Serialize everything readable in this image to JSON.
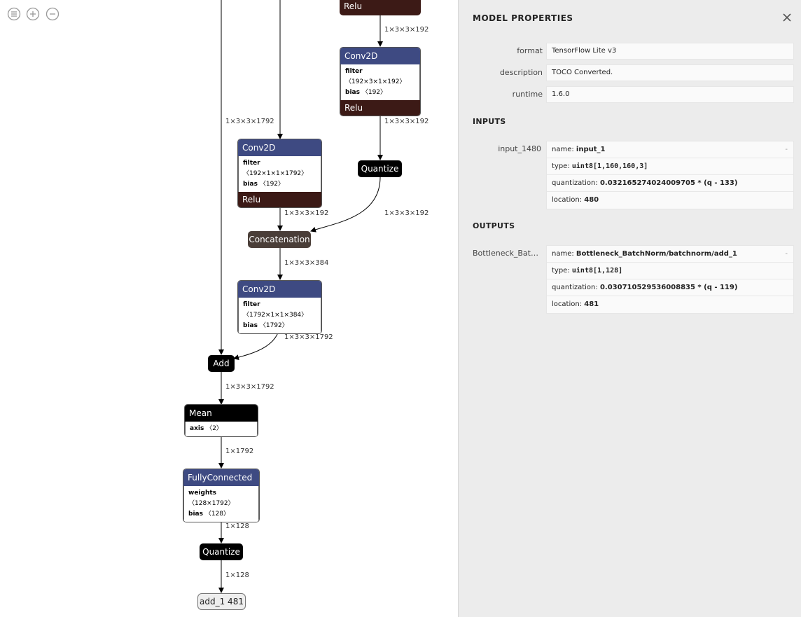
{
  "toolbar": {
    "menu_icon": "menu-icon",
    "zoom_in_icon": "zoom-in-icon",
    "zoom_out_icon": "zoom-out-icon"
  },
  "graph": {
    "nodes": {
      "relu_top": "Relu",
      "conv_a": {
        "title": "Conv2D",
        "filter_key": "filter",
        "filter_val": "〈192×3×1×192〉",
        "bias_key": "bias",
        "bias_val": "〈192〉",
        "act": "Relu"
      },
      "conv_b": {
        "title": "Conv2D",
        "filter_key": "filter",
        "filter_val": "〈192×1×1×1792〉",
        "bias_key": "bias",
        "bias_val": "〈192〉",
        "act": "Relu"
      },
      "quantize_a": "Quantize",
      "concat": "Concatenation",
      "conv_c": {
        "title": "Conv2D",
        "filter_key": "filter",
        "filter_val": "〈1792×1×1×384〉",
        "bias_key": "bias",
        "bias_val": "〈1792〉"
      },
      "add": "Add",
      "mean": {
        "title": "Mean",
        "axis_key": "axis",
        "axis_val": "〈2〉"
      },
      "fc": {
        "title": "FullyConnected",
        "weights_key": "weights",
        "weights_val": "〈128×1792〉",
        "bias_key": "bias",
        "bias_val": "〈128〉"
      },
      "quantize_b": "Quantize",
      "output": "add_1 481"
    },
    "edge_labels": {
      "e1": "1×3×3×192",
      "e2": "1×3×3×1792",
      "e3": "1×3×3×192",
      "e4": "1×3×3×192",
      "e5": "1×3×3×192",
      "e6": "1×3×3×384",
      "e7": "1×3×3×1792",
      "e8": "1×3×3×1792",
      "e9": "1×1792",
      "e10": "1×128",
      "e11": "1×128"
    }
  },
  "panel": {
    "title": "MODEL PROPERTIES",
    "close_icon": "close-icon",
    "properties": [
      {
        "label": "format",
        "value": "TensorFlow Lite v3"
      },
      {
        "label": "description",
        "value": "TOCO Converted."
      },
      {
        "label": "runtime",
        "value": "1.6.0"
      }
    ],
    "inputs_title": "INPUTS",
    "input": {
      "label": "input_1480",
      "name_key": "name: ",
      "name_val": "input_1",
      "type_key": "type: ",
      "type_val": "uint8[1,160,160,3]",
      "quant_key": "quantization: ",
      "quant_val": "0.032165274024009705 * (q - 133)",
      "loc_key": "location: ",
      "loc_val": "480",
      "expand": "-"
    },
    "outputs_title": "OUTPUTS",
    "output": {
      "label": "Bottleneck_Batch...",
      "name_key": "name: ",
      "name_val": "Bottleneck_BatchNorm/batchnorm/add_1",
      "type_key": "type: ",
      "type_val": "uint8[1,128]",
      "quant_key": "quantization: ",
      "quant_val": "0.030710529536008835 * (q - 119)",
      "loc_key": "location: ",
      "loc_val": "481",
      "expand": "-"
    }
  }
}
